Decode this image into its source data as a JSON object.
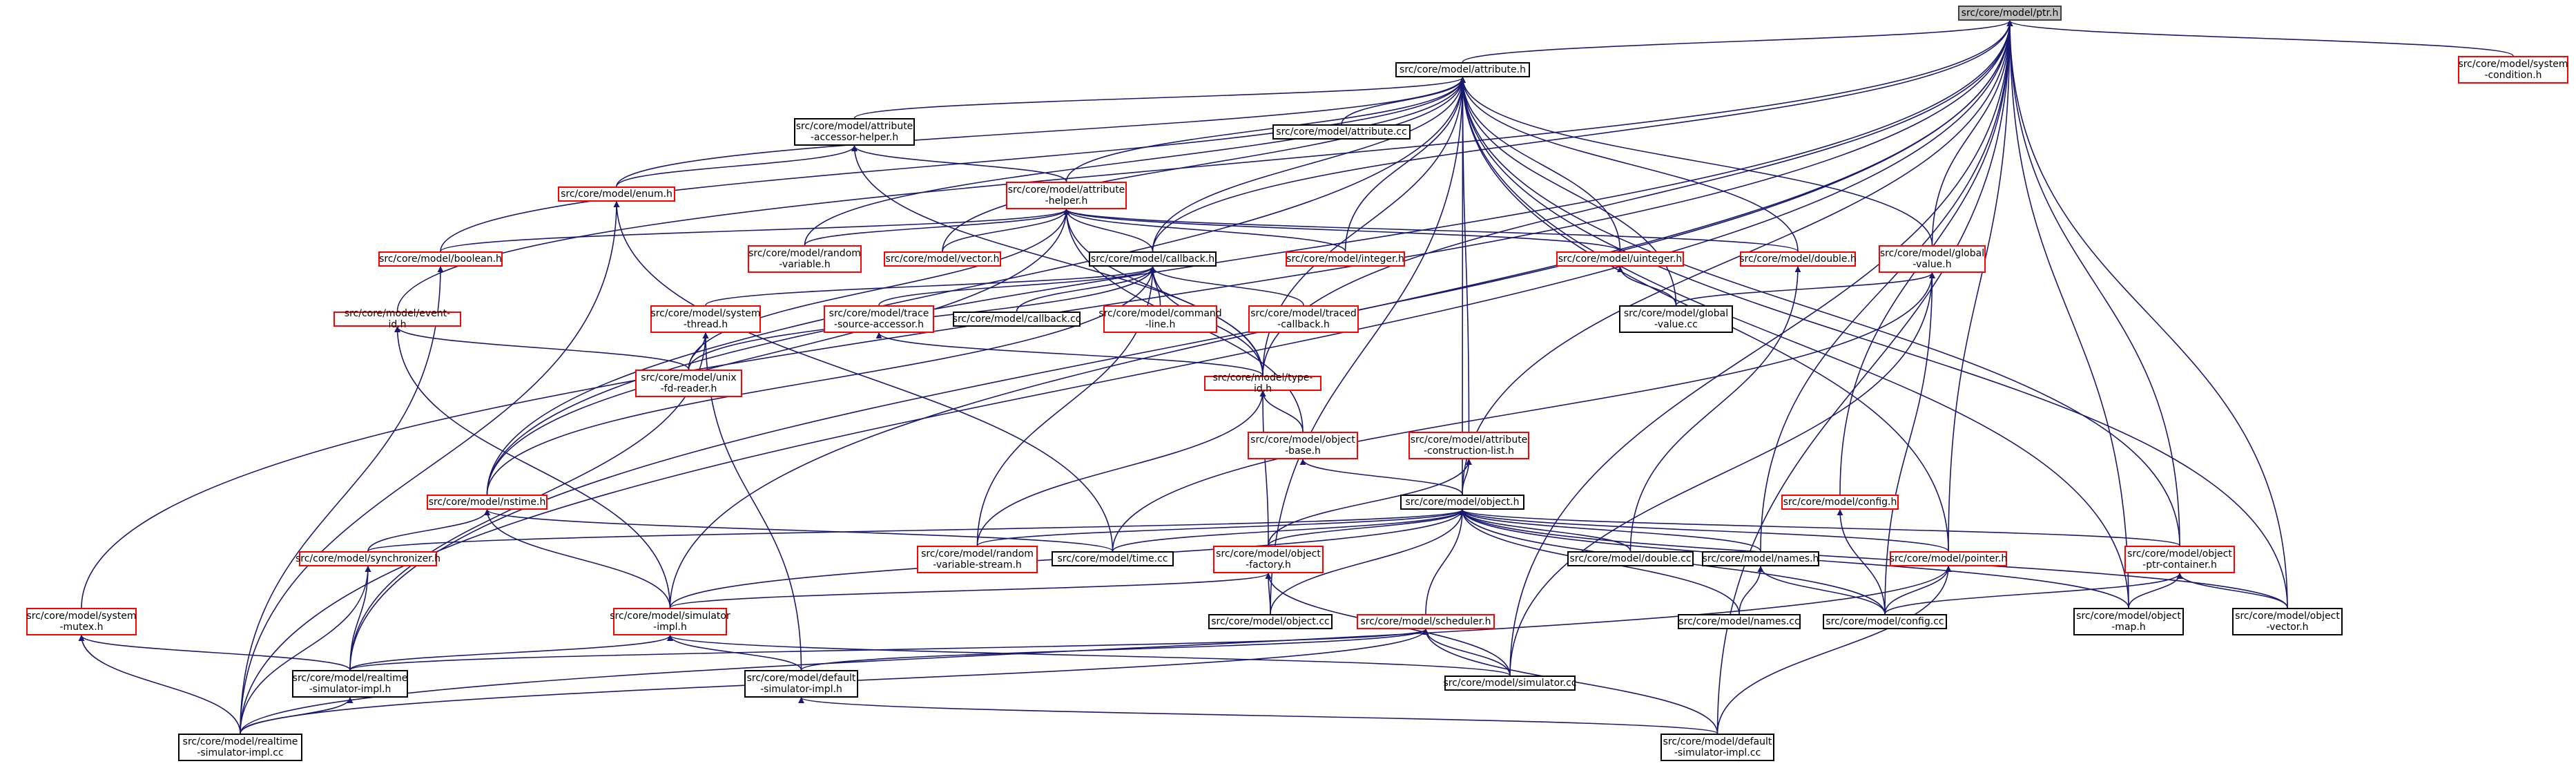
{
  "colors": {
    "edge": "#191970",
    "undocumented_border": "#ff0000",
    "documented_border": "#000000",
    "root_fill": "#bfbfbf"
  },
  "nodes": {
    "ptr": {
      "label": "src/core/model/ptr.h"
    },
    "attribute": {
      "label": "src/core/model/attribute.h"
    },
    "system_condition": {
      "label": "src/core/model/system\n-condition.h"
    },
    "attr_accessor_helper": {
      "label": "src/core/model/attribute\n-accessor-helper.h"
    },
    "attribute_cc": {
      "label": "src/core/model/attribute.cc"
    },
    "enum": {
      "label": "src/core/model/enum.h"
    },
    "attribute_helper": {
      "label": "src/core/model/attribute\n-helper.h"
    },
    "boolean": {
      "label": "src/core/model/boolean.h"
    },
    "random_variable": {
      "label": "src/core/model/random\n-variable.h"
    },
    "vector": {
      "label": "src/core/model/vector.h"
    },
    "callback": {
      "label": "src/core/model/callback.h"
    },
    "integer": {
      "label": "src/core/model/integer.h"
    },
    "uinteger": {
      "label": "src/core/model/uinteger.h"
    },
    "double": {
      "label": "src/core/model/double.h"
    },
    "global_value": {
      "label": "src/core/model/global\n-value.h"
    },
    "event_id": {
      "label": "src/core/model/event-id.h"
    },
    "system_thread": {
      "label": "src/core/model/system\n-thread.h"
    },
    "trace_source_accessor": {
      "label": "src/core/model/trace\n-source-accessor.h"
    },
    "callback_cc": {
      "label": "src/core/model/callback.cc"
    },
    "command_line": {
      "label": "src/core/model/command\n-line.h"
    },
    "traced_callback": {
      "label": "src/core/model/traced\n-callback.h"
    },
    "global_value_cc": {
      "label": "src/core/model/global\n-value.cc"
    },
    "unix_fd_reader": {
      "label": "src/core/model/unix\n-fd-reader.h"
    },
    "type_id": {
      "label": "src/core/model/type-id.h"
    },
    "object_base": {
      "label": "src/core/model/object\n-base.h"
    },
    "attr_construction_list": {
      "label": "src/core/model/attribute\n-construction-list.h"
    },
    "nstime": {
      "label": "src/core/model/nstime.h"
    },
    "config": {
      "label": "src/core/model/config.h"
    },
    "object": {
      "label": "src/core/model/object.h"
    },
    "synchronizer": {
      "label": "src/core/model/synchronizer.h"
    },
    "random_variable_stream": {
      "label": "src/core/model/random\n-variable-stream.h"
    },
    "time_cc": {
      "label": "src/core/model/time.cc"
    },
    "object_factory": {
      "label": "src/core/model/object\n-factory.h"
    },
    "double_cc": {
      "label": "src/core/model/double.cc"
    },
    "names": {
      "label": "src/core/model/names.h"
    },
    "pointer": {
      "label": "src/core/model/pointer.h"
    },
    "object_ptr_container": {
      "label": "src/core/model/object\n-ptr-container.h"
    },
    "system_mutex": {
      "label": "src/core/model/system\n-mutex.h"
    },
    "simulator_impl": {
      "label": "src/core/model/simulator\n-impl.h"
    },
    "object_cc": {
      "label": "src/core/model/object.cc"
    },
    "scheduler": {
      "label": "src/core/model/scheduler.h"
    },
    "names_cc": {
      "label": "src/core/model/names.cc"
    },
    "config_cc": {
      "label": "src/core/model/config.cc"
    },
    "object_map": {
      "label": "src/core/model/object\n-map.h"
    },
    "object_vector": {
      "label": "src/core/model/object\n-vector.h"
    },
    "realtime_simulator_impl_h": {
      "label": "src/core/model/realtime\n-simulator-impl.h"
    },
    "default_simulator_impl_h": {
      "label": "src/core/model/default\n-simulator-impl.h"
    },
    "simulator_cc": {
      "label": "src/core/model/simulator.cc"
    },
    "realtime_simulator_impl_cc": {
      "label": "src/core/model/realtime\n-simulator-impl.cc"
    },
    "default_simulator_impl_cc": {
      "label": "src/core/model/default\n-simulator-impl.cc"
    }
  }
}
